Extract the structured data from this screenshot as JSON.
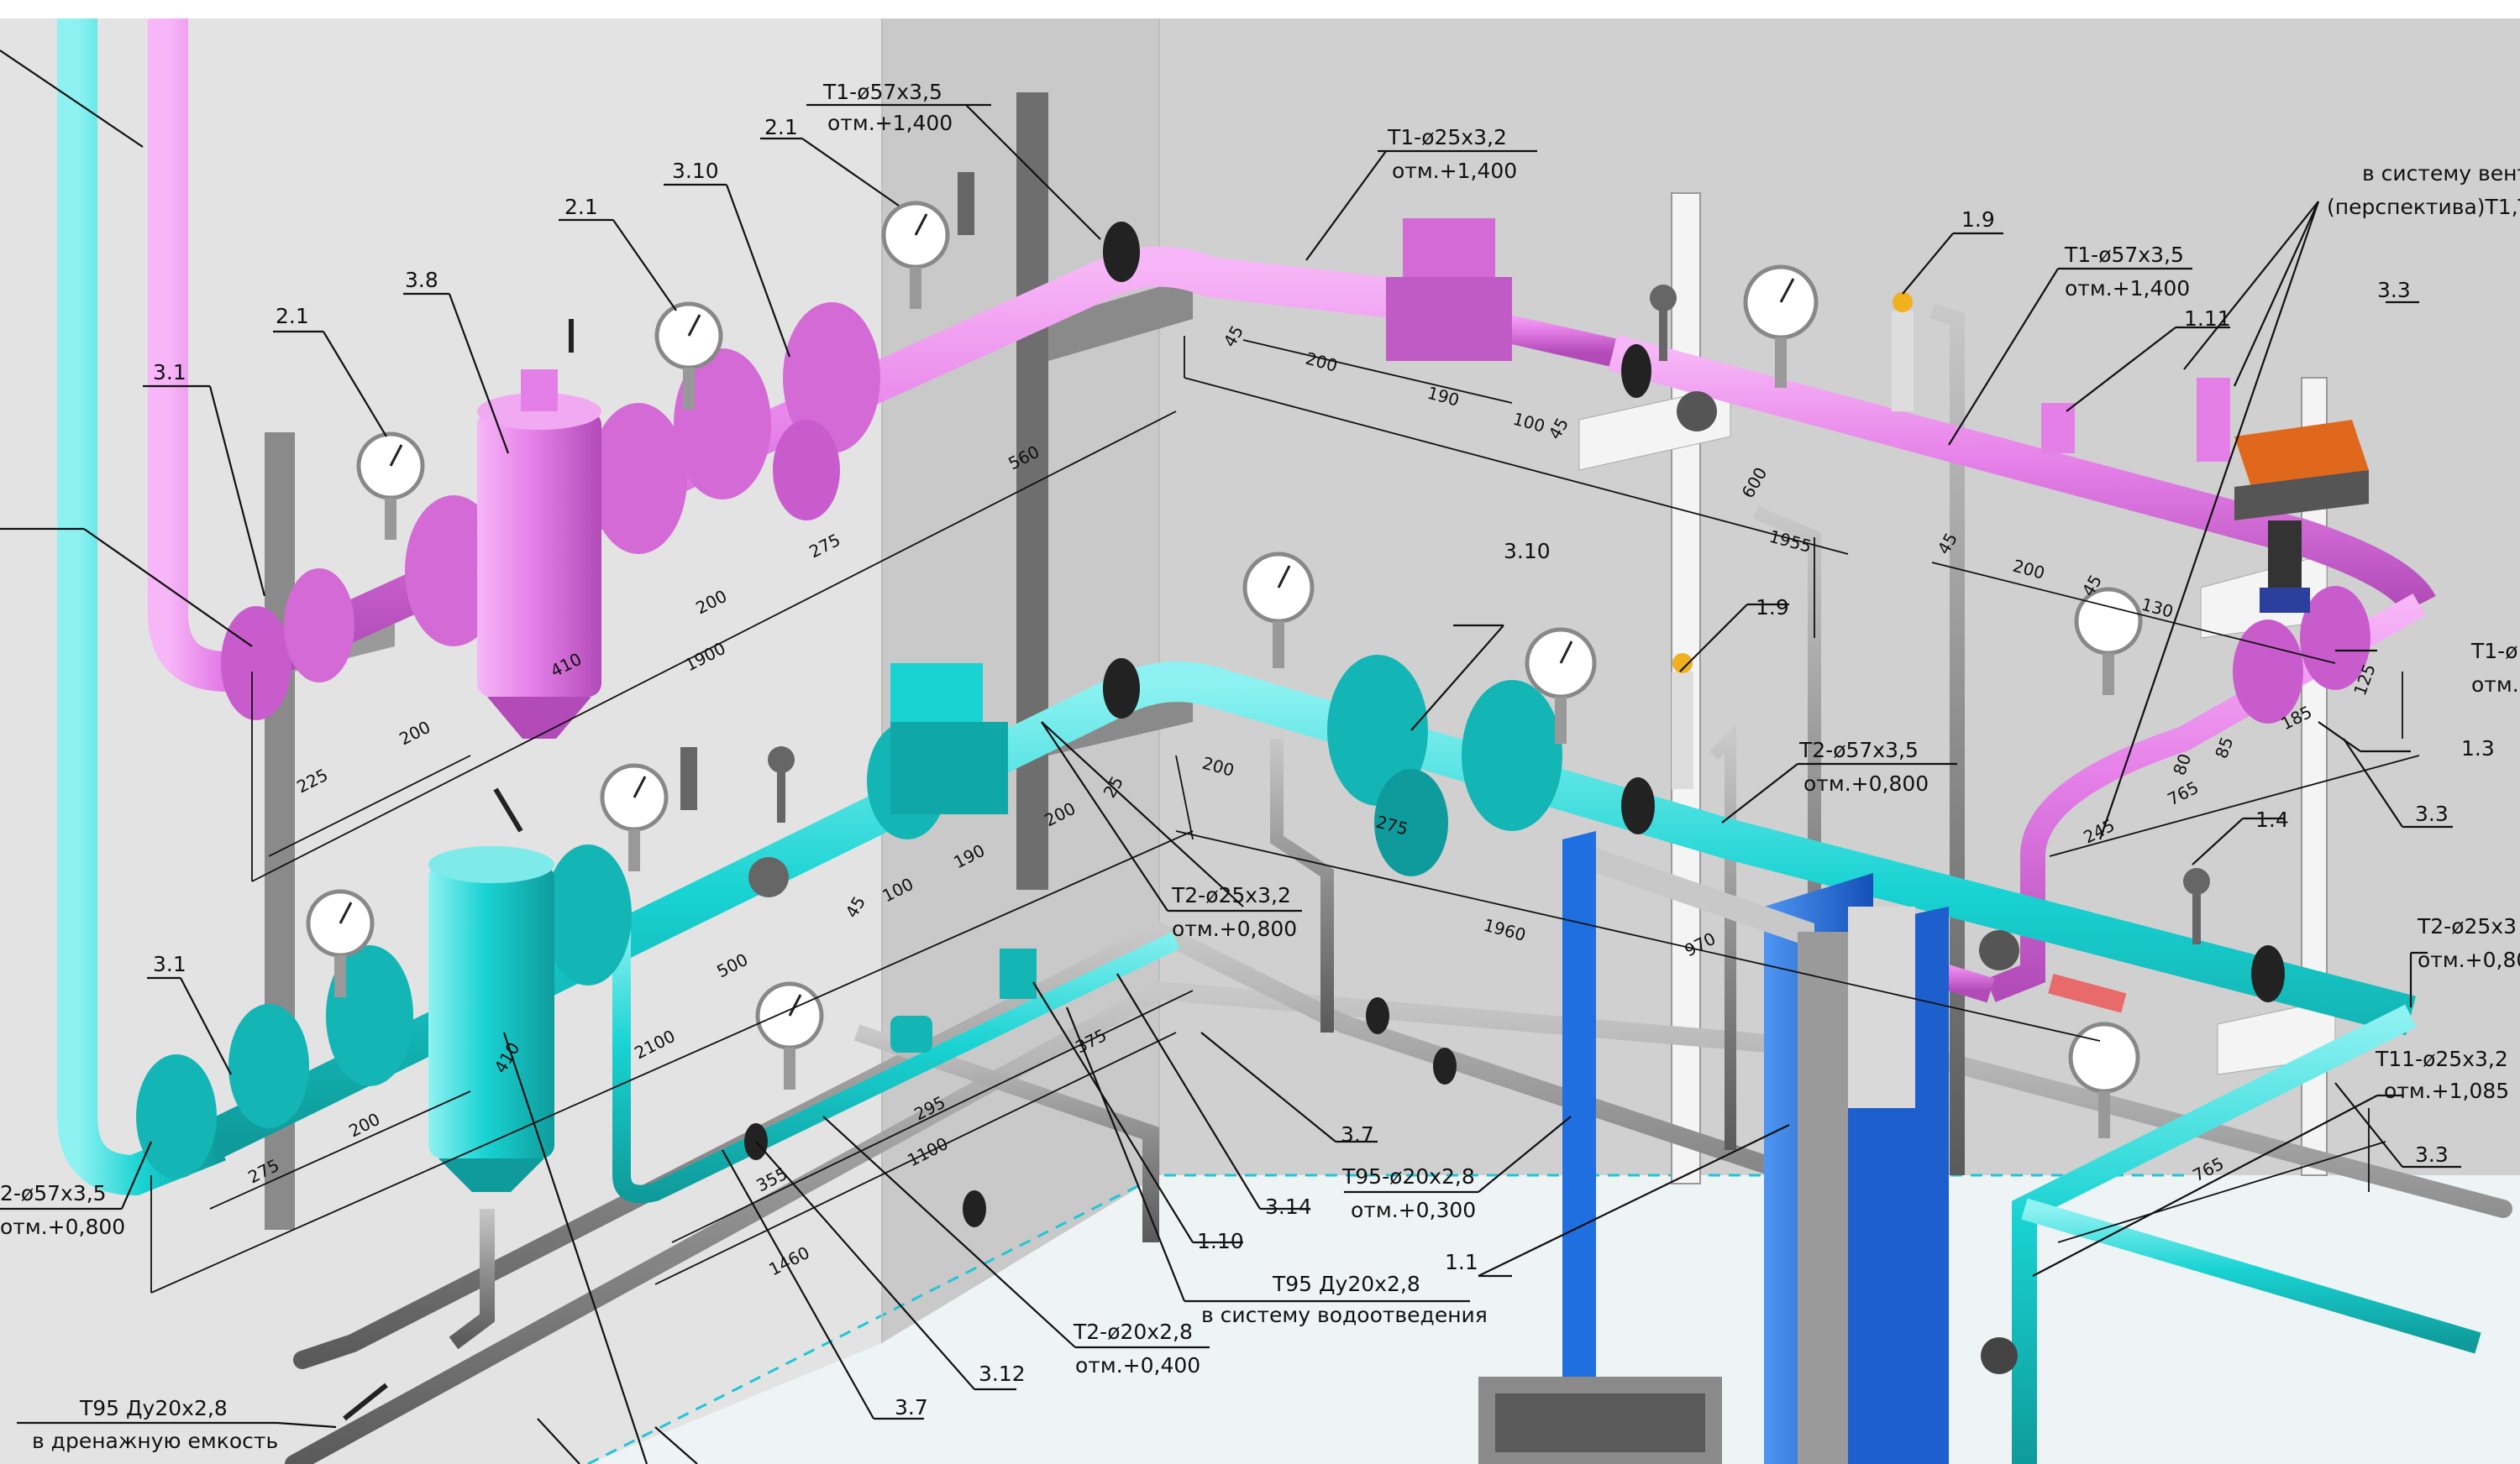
{
  "colors": {
    "supply_pipe": "#e57fe8",
    "return_pipe": "#19d3d3",
    "drain_pipe": "#8c8c8c",
    "heat_exchanger": "#1f6fe0",
    "actuator": "#e0681c"
  },
  "labels": {
    "l_2_1a": "2.1",
    "l_2_1b": "2.1",
    "l_2_1c": "2.1",
    "l_3_1a": "3.1",
    "l_3_1b": "3.1",
    "l_3_8": "3.8",
    "l_3_10a": "3.10",
    "l_3_10b": "3.10",
    "l_1_9a": "1.9",
    "l_1_9b": "1.9",
    "l_1_11": "1.11",
    "l_3_3a": "3.3",
    "l_3_3b": "3.3",
    "l_3_3c": "3.3",
    "l_1_3": "1.3",
    "l_1_4": "1.4",
    "l_3_7a": "3.7",
    "l_3_7b": "3.7",
    "l_3_14": "3.14",
    "l_1_10": "1.10",
    "l_1_1": "1.1",
    "l_3_12": "3.12"
  },
  "callouts": {
    "t1_57_top": {
      "line1": "Т1-ø57х3,5",
      "line2": "отм.+1,400"
    },
    "t1_25": {
      "line1": "Т1-ø25х3,2",
      "line2": "отм.+1,400"
    },
    "t1_57_right": {
      "line1": "Т1-ø57х3,5",
      "line2": "отм.+1,400"
    },
    "vent": {
      "line1": "в систему вент",
      "line2": "(перспектива)Т1,Т"
    },
    "t1_edge": {
      "line1": "Т1-ø",
      "line2": "отм."
    },
    "t2_57_mid": {
      "line1": "Т2-ø57х3,5",
      "line2": "отм.+0,800"
    },
    "t2_25_mid": {
      "line1": "Т2-ø25х3,2",
      "line2": "отм.+0,800"
    },
    "t2_25_edge": {
      "line1": "Т2-ø25х3",
      "line2": "отм.+0,80"
    },
    "t11_25": {
      "line1": "Т11-ø25х3,2",
      "line2": "отм.+1,085"
    },
    "t95_20": {
      "line1": "Т95-ø20х2,8",
      "line2": "отм.+0,300"
    },
    "t95_drain": {
      "line1": "Т95 Ду20х2,8",
      "line2": "в систему водоотведения"
    },
    "t2_20": {
      "line1": "Т2-ø20х2,8",
      "line2": "отм.+0,400"
    },
    "t95_tank": {
      "line1": "Т95 Ду20х2,8",
      "line2": "в дренажную емкость"
    },
    "t2_57_left": {
      "line1": "2-ø57х3,5",
      "line2": "отм.+0,800"
    }
  },
  "dimensions": {
    "d560": "560",
    "d275a": "275",
    "d200a": "200",
    "d1900": "1900",
    "d410a": "410",
    "d225": "225",
    "d200b": "200",
    "d45a": "45",
    "d200c": "200",
    "d190a": "190",
    "d100a": "100",
    "d45b": "45",
    "d600": "600",
    "d1955": "1955",
    "d45c": "45",
    "d200d": "200",
    "d45d": "45",
    "d130": "130",
    "d125": "125",
    "d185": "185",
    "d80": "80",
    "d85": "85",
    "d765a": "765",
    "d245": "245",
    "d200e": "200",
    "d25": "25",
    "d200f": "200",
    "d190b": "190",
    "d100b": "100",
    "d45e": "45",
    "d500": "500",
    "d2100": "2100",
    "d275b": "275",
    "d1960": "1960",
    "d970": "970",
    "d375": "375",
    "d295": "295",
    "d1100": "1100",
    "d355": "355",
    "d1460": "1460",
    "d410b": "410",
    "d200g": "200",
    "d275c": "275",
    "d765b": "765"
  }
}
